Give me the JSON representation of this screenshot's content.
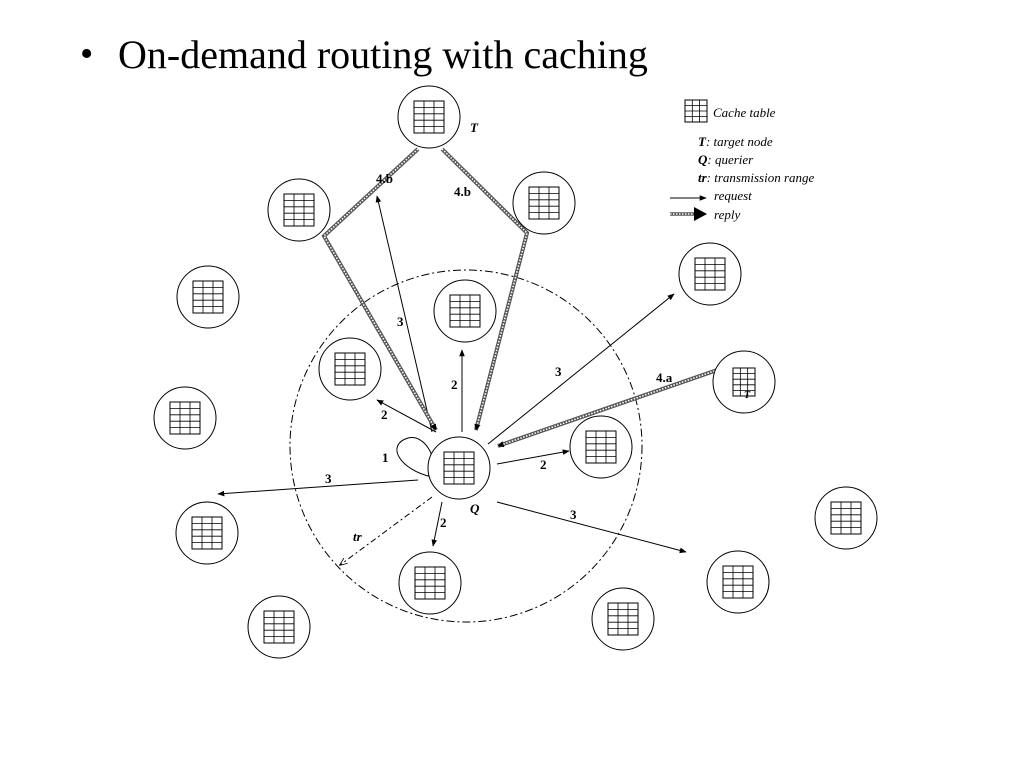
{
  "slide": {
    "bullet": "•",
    "title": "On-demand routing with caching"
  },
  "legend": {
    "cache_table": "Cache table",
    "target_key": "T",
    "target_desc": ": target node",
    "querier_key": "Q",
    "querier_desc": ": querier",
    "range_key": "tr",
    "range_desc": ": transmission range",
    "request": "request",
    "reply": "reply"
  },
  "labels": {
    "target_top": "T",
    "target_right": "T",
    "querier": "Q",
    "tr": "tr",
    "step1": "1",
    "step2": "2",
    "step3": "3",
    "step4a": "4.a",
    "step4b": "4.b"
  }
}
